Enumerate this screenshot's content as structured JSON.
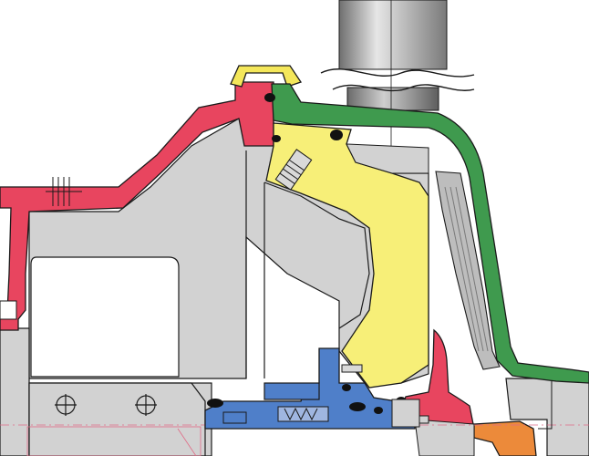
{
  "diagram": {
    "kind": "engineering cross-section drawing",
    "colors": {
      "background": "#ffffff",
      "housing_gray": "#d2d2d2",
      "housing_gray_dark": "#bdbdbd",
      "outline": "#1a1a1a",
      "casing_red": "#e8455f",
      "cover_green": "#3f9a4e",
      "adapter_yellow": "#f7ef78",
      "flange_yellow": "#f4e75a",
      "seal_housing_blue": "#4f7fc9",
      "impeller_red": "#e8455f",
      "impeller_orange": "#ec8a3a",
      "shaft_gray": "#8a8a8a",
      "oring_black": "#111111",
      "centerline_pink": "#e06b86"
    },
    "parts": [
      "pump-casing",
      "casing-cover",
      "bearing-bracket-adapter",
      "mechanical-seal-housing",
      "impeller",
      "impeller-hub",
      "shaft",
      "drive-column",
      "lantern-flange",
      "o-ring-seals",
      "bolt-heads",
      "vent-plug"
    ]
  }
}
